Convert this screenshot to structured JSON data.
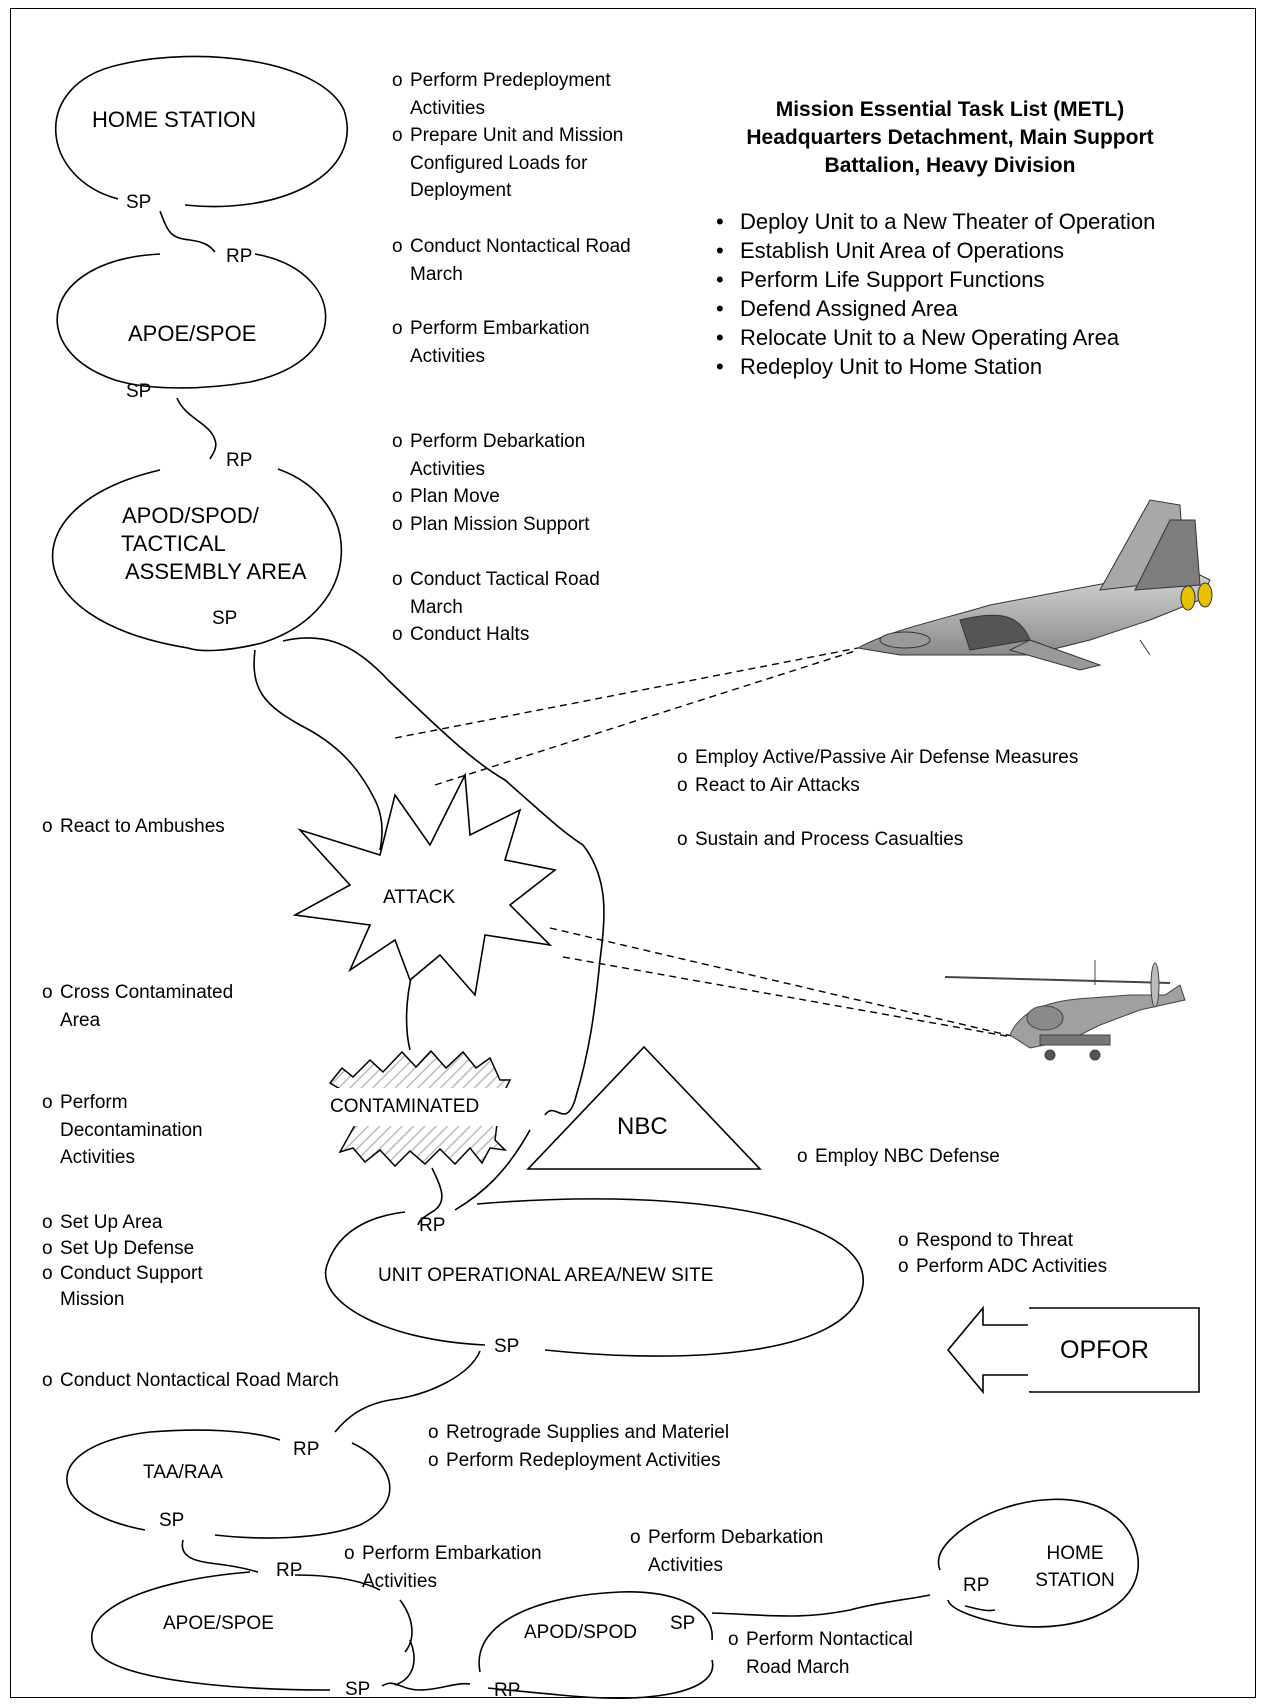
{
  "nodes": {
    "home_station_top": "HOME STATION",
    "apoe_spoe_top": "APOE/SPOE",
    "apod_spod_taa": [
      "APOD/SPOD/",
      "TACTICAL",
      "ASSEMBLY AREA"
    ],
    "attack": "ATTACK",
    "contaminated": "CONTAMINATED",
    "nbc": "NBC",
    "unit_area": "UNIT OPERATIONAL AREA/NEW SITE",
    "opfor": "OPFOR",
    "taa_raa": "TAA/RAA",
    "apoe_spoe_bottom": "APOE/SPOE",
    "apod_spod_bottom": "APOD/SPOD",
    "home_station_bottom": [
      "HOME",
      "STATION"
    ]
  },
  "points": {
    "sp": "SP",
    "rp": "RP"
  },
  "metl": {
    "title": [
      "Mission Essential Task List (METL)",
      "Headquarters Detachment, Main Support",
      "Battalion, Heavy Division"
    ],
    "items": [
      "Deploy Unit to a New Theater of Operation",
      "Establish Unit Area of Operations",
      "Perform Life Support Functions",
      "Defend Assigned Area",
      "Relocate Unit to a New Operating Area",
      "Redeploy Unit to Home Station"
    ]
  },
  "tasks": {
    "predeploy": [
      "Perform Predeployment",
      "Activities"
    ],
    "prepare_loads": [
      "Prepare Unit and Mission",
      "Configured Loads for",
      "Deployment"
    ],
    "nontactical_march_1": [
      "Conduct Nontactical Road",
      "March"
    ],
    "embarkation_1": [
      "Perform Embarkation",
      "Activities"
    ],
    "debarkation_1": [
      "Perform Debarkation",
      "Activities"
    ],
    "plan_move": "Plan Move",
    "plan_mission_support": "Plan Mission Support",
    "tactical_march": [
      "Conduct Tactical Road",
      "March"
    ],
    "halts": "Conduct Halts",
    "air_defense": "Employ Active/Passive Air Defense Measures",
    "air_attacks": "React to Air Attacks",
    "casualties": "Sustain and Process Casualties",
    "ambushes": "React to Ambushes",
    "cross_contaminated": [
      "Cross Contaminated",
      "Area"
    ],
    "decontamination": [
      "Perform",
      "Decontamination",
      "Activities"
    ],
    "nbc_defense": "Employ NBC Defense",
    "set_up_area": "Set Up Area",
    "set_up_defense": "Set Up Defense",
    "support_mission": [
      "Conduct Support",
      "Mission"
    ],
    "respond_threat": "Respond to Threat",
    "adc_activities": "Perform ADC Activities",
    "nontactical_march_2": "Conduct Nontactical Road March",
    "retrograde": "Retrograde Supplies and Materiel",
    "redeployment": "Perform Redeployment Activities",
    "embarkation_2": [
      "Perform Embarkation",
      "Activities"
    ],
    "debarkation_2": [
      "Perform Debarkation",
      "Activities"
    ],
    "nontactical_march_3": [
      "Perform Nontactical",
      "Road March"
    ]
  },
  "icons": {
    "jet": "fighter-jet-icon",
    "helicopter": "attack-helicopter-icon"
  }
}
